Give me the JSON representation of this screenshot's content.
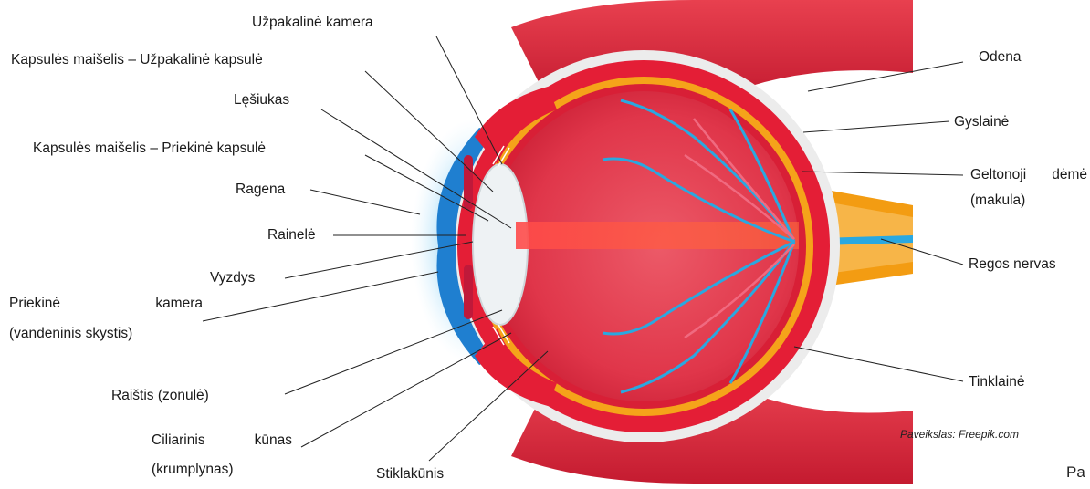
{
  "labels": {
    "uzpakaline_kamera": "Užpakalinė kamera",
    "uzpakaline_kapsule": "Kapsulės maišelis – Užpakalinė kapsulė",
    "lesiukas": "Lęšiukas",
    "priekine_kapsule": "Kapsulės maišelis – Priekinė kapsulė",
    "ragena": "Ragena",
    "rainele": "Rainelė",
    "vyzdys": "Vyzdys",
    "priekine_kamera_word1": "Priekinė",
    "priekine_kamera_word2": "kamera",
    "vandeninis_skystis": "(vandeninis skystis)",
    "raistis": "Raištis (zonulė)",
    "ciliarinis_word1": "Ciliarinis",
    "ciliarinis_word2": "kūnas",
    "krumplynas": "(krumplynas)",
    "stiklakunis": "Stiklakūnis",
    "odena": "Odena",
    "gyslaine": "Gyslainė",
    "geltonoji_word1": "Geltonoji",
    "geltonoji_word2": "dėmė",
    "makula": "(makula)",
    "regos_nervas": "Regos nervas",
    "tinklaine": "Tinklainė"
  },
  "credit": "Paveikslas: Freepik.com",
  "page_corner_text": "Pa",
  "colors": {
    "sclera": "#e41e36",
    "choroid_orange": "#f5a31a",
    "interior": "#e23c4c",
    "vessels": "#2aa8e0",
    "cornea": "#1f7fd0",
    "muscle": "#d9283a",
    "nerve": "#f39c12"
  }
}
